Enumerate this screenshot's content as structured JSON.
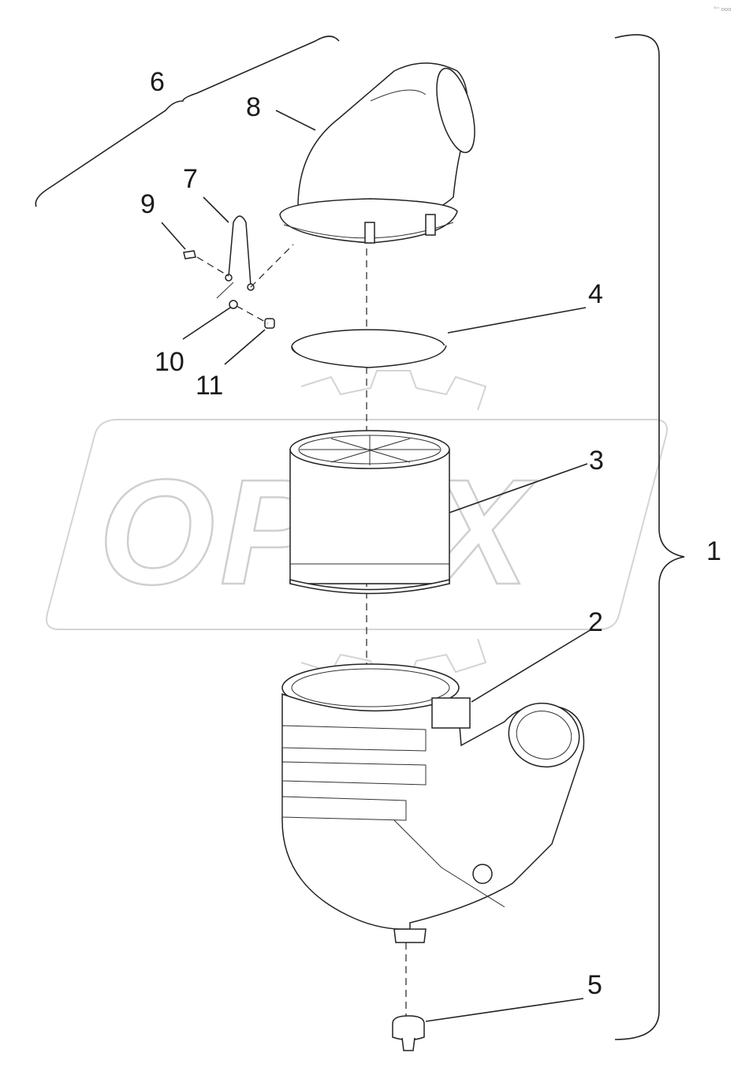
{
  "watermark": {
    "text": "OPEX"
  },
  "corner_note": "°'' ooo",
  "callouts": [
    {
      "id": "1",
      "label": "1"
    },
    {
      "id": "2",
      "label": "2"
    },
    {
      "id": "3",
      "label": "3"
    },
    {
      "id": "4",
      "label": "4"
    },
    {
      "id": "5",
      "label": "5"
    },
    {
      "id": "6",
      "label": "6"
    },
    {
      "id": "7",
      "label": "7"
    },
    {
      "id": "8",
      "label": "8"
    },
    {
      "id": "9",
      "label": "9"
    },
    {
      "id": "10",
      "label": "10"
    },
    {
      "id": "11",
      "label": "11"
    }
  ]
}
